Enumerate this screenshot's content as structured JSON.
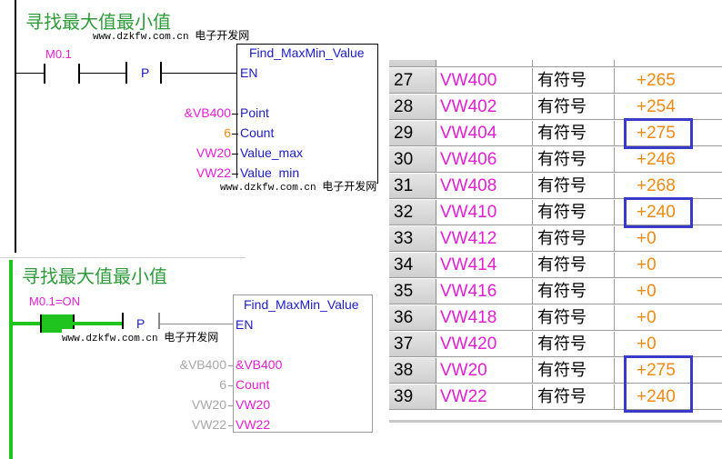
{
  "top_diagram": {
    "title": "寻找最大值最小值",
    "watermark_url": "www.dzkfw.com.cn",
    "watermark_cn": "电子开发网",
    "contact_label": "M0.1",
    "edge_label": "P",
    "block": {
      "name": "Find_MaxMin_Value",
      "pins": [
        {
          "pin": "EN",
          "operand": ""
        },
        {
          "pin": "Point",
          "operand": "&VB400"
        },
        {
          "pin": "Count",
          "operand": "6"
        },
        {
          "pin": "Value_max",
          "operand": "VW20"
        },
        {
          "pin": "Value_min",
          "operand": "VW22"
        }
      ]
    }
  },
  "bottom_diagram": {
    "title": "寻找最大值最小值",
    "watermark_url": "www.dzkfw.com.cn",
    "watermark_cn": "电子开发网",
    "contact_label": "M0.1=ON",
    "edge_label": "P",
    "block": {
      "name": "Find_MaxMin_Value",
      "pins": [
        {
          "pin": "EN",
          "operand": ""
        },
        {
          "pin": "&VB400",
          "operand": "&VB400"
        },
        {
          "pin": "Count",
          "operand": "6"
        },
        {
          "pin": "VW20",
          "operand": "VW20"
        },
        {
          "pin": "VW22",
          "operand": "VW22"
        }
      ]
    }
  },
  "status_table": {
    "rows": [
      {
        "index": "27",
        "address": "VW400",
        "format": "有符号",
        "value": "+265",
        "highlighted": false
      },
      {
        "index": "28",
        "address": "VW402",
        "format": "有符号",
        "value": "+254",
        "highlighted": false
      },
      {
        "index": "29",
        "address": "VW404",
        "format": "有符号",
        "value": "+275",
        "highlighted": true
      },
      {
        "index": "30",
        "address": "VW406",
        "format": "有符号",
        "value": "+246",
        "highlighted": false
      },
      {
        "index": "31",
        "address": "VW408",
        "format": "有符号",
        "value": "+268",
        "highlighted": false
      },
      {
        "index": "32",
        "address": "VW410",
        "format": "有符号",
        "value": "+240",
        "highlighted": true
      },
      {
        "index": "33",
        "address": "VW412",
        "format": "有符号",
        "value": "+0",
        "highlighted": false
      },
      {
        "index": "34",
        "address": "VW414",
        "format": "有符号",
        "value": "+0",
        "highlighted": false
      },
      {
        "index": "35",
        "address": "VW416",
        "format": "有符号",
        "value": "+0",
        "highlighted": false
      },
      {
        "index": "36",
        "address": "VW418",
        "format": "有符号",
        "value": "+0",
        "highlighted": false
      },
      {
        "index": "37",
        "address": "VW420",
        "format": "有符号",
        "value": "+0",
        "highlighted": false
      },
      {
        "index": "38",
        "address": "VW20",
        "format": "有符号",
        "value": "+275",
        "highlighted": true
      },
      {
        "index": "39",
        "address": "VW22",
        "format": "有符号",
        "value": "+240",
        "highlighted": true
      }
    ]
  },
  "colors": {
    "title_green": "#2e9a3a",
    "operand_pink": "#e020d0",
    "value_orange": "#ef8a14",
    "pin_blue": "#1c1cc0",
    "highlight_blue": "#3a3ac8",
    "power_flow_green": "#1fc41f"
  }
}
